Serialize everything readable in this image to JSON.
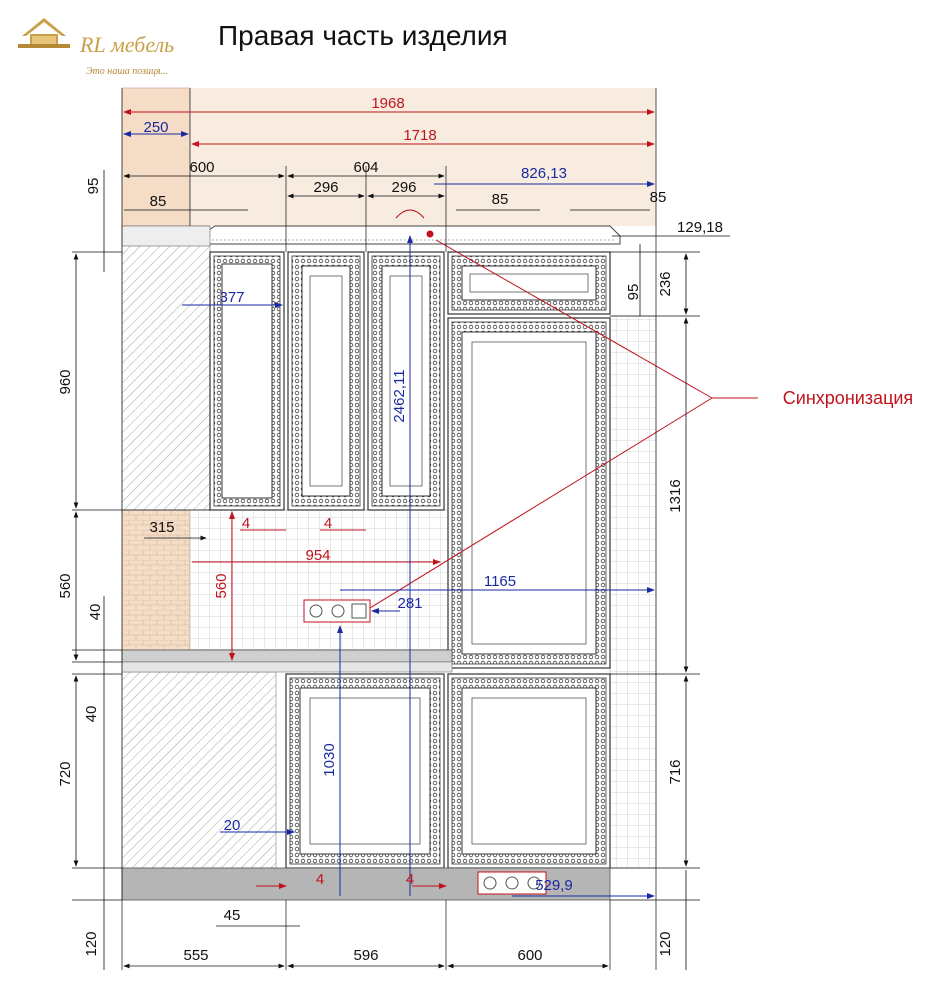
{
  "header": {
    "logo_text": "RL мебель",
    "logo_tagline": "Это наша позиця...",
    "title": "Правая часть изделия"
  },
  "annotation": {
    "label": "Синхронизация"
  },
  "colors": {
    "red_dimension": "#c0131d",
    "blue_dimension": "#1a2aa0",
    "black_dimension": "#111111",
    "wall_panel": "#f4dcc6",
    "cabinet_carving": "#444444",
    "tile_grid": "#c8c8c8",
    "countertop": "#cfcfcf",
    "plinth": "#b5b5b5"
  },
  "dimensions": {
    "top": {
      "d1968": "1968",
      "d250": "250",
      "d1718": "1718",
      "d600": "600",
      "d604": "604",
      "d296a": "296",
      "d296b": "296",
      "d826": "826,13",
      "d85a": "85",
      "d85b": "85",
      "d85c": "85",
      "d129": "129,18",
      "d95top": "95"
    },
    "left": {
      "d960": "960",
      "d560": "560",
      "d40a": "40",
      "d40b": "40",
      "d720": "720",
      "d120": "120"
    },
    "right": {
      "d95": "95",
      "d236": "236",
      "d1316": "1316",
      "d716": "716",
      "d120": "120"
    },
    "bottom": {
      "d555": "555",
      "d596": "596",
      "d600": "600",
      "d45": "45"
    },
    "inner": {
      "d377": "377",
      "d2462": "2462,11",
      "d315": "315",
      "d4a": "4",
      "d4b": "4",
      "d954": "954",
      "d560": "560",
      "d1165": "1165",
      "d281": "281",
      "d1030": "1030",
      "d20": "20",
      "d4c": "4",
      "d4d": "4",
      "d529": "529,9"
    }
  }
}
